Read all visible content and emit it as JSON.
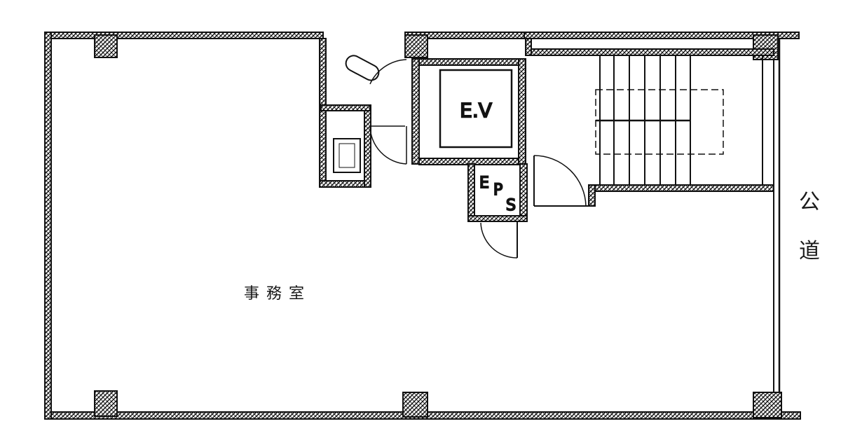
{
  "plan": {
    "rooms": {
      "office": "事務室",
      "elevator": "E.V"
    },
    "eps": {
      "e": "E",
      "p": "P",
      "s": "S"
    },
    "road": {
      "char1": "公",
      "char2": "道"
    }
  }
}
